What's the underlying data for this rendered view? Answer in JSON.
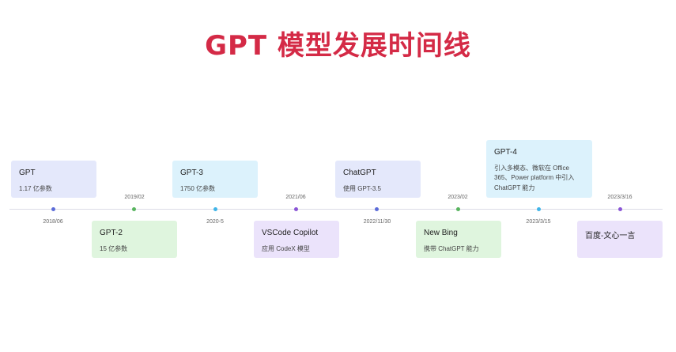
{
  "title": "GPT 模型发展时间线",
  "colors": {
    "title": "#d42a46",
    "card_blue": "#e4e8fb",
    "card_cyan": "#dcf2fc",
    "card_green": "#dff5de",
    "card_purple": "#ebe3fb",
    "dot_blue": "#5b6bd8",
    "dot_green": "#58b45e",
    "dot_cyan": "#3fb4e8",
    "dot_purple": "#8a55d6"
  },
  "events": [
    {
      "date": "2018/06",
      "title": "GPT",
      "desc": "1.17 亿参数"
    },
    {
      "date": "2019/02",
      "title": "GPT-2",
      "desc": "15 亿参数"
    },
    {
      "date": "2020-5",
      "title": "GPT-3",
      "desc": "1750 亿参数"
    },
    {
      "date": "2021/06",
      "title": "VSCode Copilot",
      "desc": "应用 CodeX 模型"
    },
    {
      "date": "2022/11/30",
      "title": "ChatGPT",
      "desc": "使用 GPT-3.5"
    },
    {
      "date": "2023/02",
      "title": "New Bing",
      "desc": "携带 ChatGPT 能力"
    },
    {
      "date": "2023/3/15",
      "title": "GPT-4",
      "desc": "引入多模态、微软在 Office 365、Power platform 中引入 ChatGPT 能力"
    },
    {
      "date": "2023/3/16",
      "title": "百度-文心一言",
      "desc": ""
    }
  ]
}
